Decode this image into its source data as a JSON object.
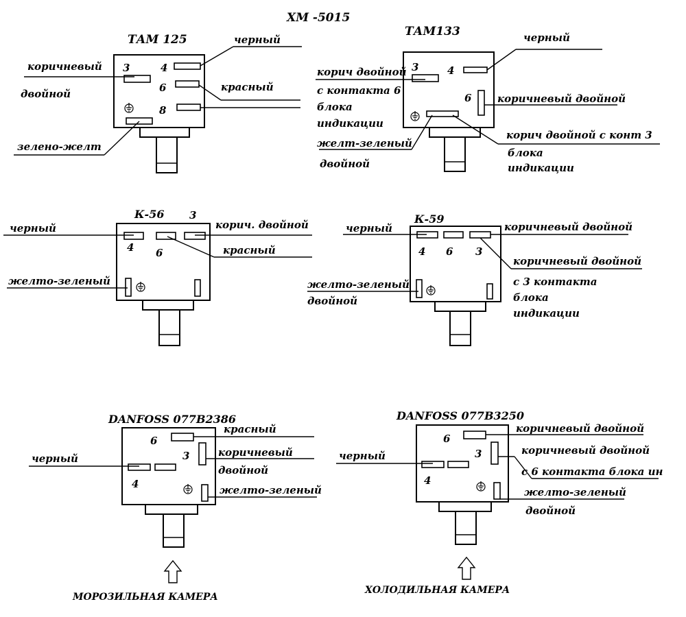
{
  "page_title": "ХМ -5015",
  "thermostats": [
    {
      "model": "ТАМ 125",
      "pins": [
        "3",
        "4",
        "6",
        "8"
      ],
      "wires": [
        "коричневый",
        "двойной",
        "черный",
        "красный",
        "зелено-желт"
      ]
    },
    {
      "model": "ТАМ133",
      "pins": [
        "3",
        "4",
        "6"
      ],
      "wires": [
        "корич двойной",
        "с контакта 6",
        "блока",
        "индикации",
        "черный",
        "коричневый двойной",
        "корич двойной с конт 3",
        "блока",
        "индикации",
        "желт-зеленый",
        "двойной"
      ]
    },
    {
      "model": "К-56",
      "pins": [
        "3",
        "4",
        "6"
      ],
      "wires": [
        "корич. двойной",
        "черный",
        "красный",
        "желто-зеленый"
      ]
    },
    {
      "model": "К-59",
      "pins": [
        "4",
        "6",
        "3"
      ],
      "wires": [
        "черный",
        "коричневый двойной",
        "коричневый двойной",
        "с 3 контакта",
        "блока",
        "индикации",
        "желто-зеленый",
        "двойной"
      ]
    },
    {
      "model": "DANFOSS 077В2386",
      "pins": [
        "6",
        "3",
        "4"
      ],
      "wires": [
        "красный",
        "коричневый",
        "двойной",
        "черный",
        "желто-зеленый"
      ],
      "caption": "МОРОЗИЛЬНАЯ КАМЕРА"
    },
    {
      "model": "DANFOSS 077В3250",
      "pins": [
        "6",
        "3",
        "4"
      ],
      "wires": [
        "коричневый двойной",
        "коричневый двойной",
        "с 6 контакта блока ин",
        "черный",
        "желто-зеленый",
        "двойной"
      ],
      "caption": "ХОЛОДИЛЬНАЯ КАМЕРА"
    }
  ]
}
